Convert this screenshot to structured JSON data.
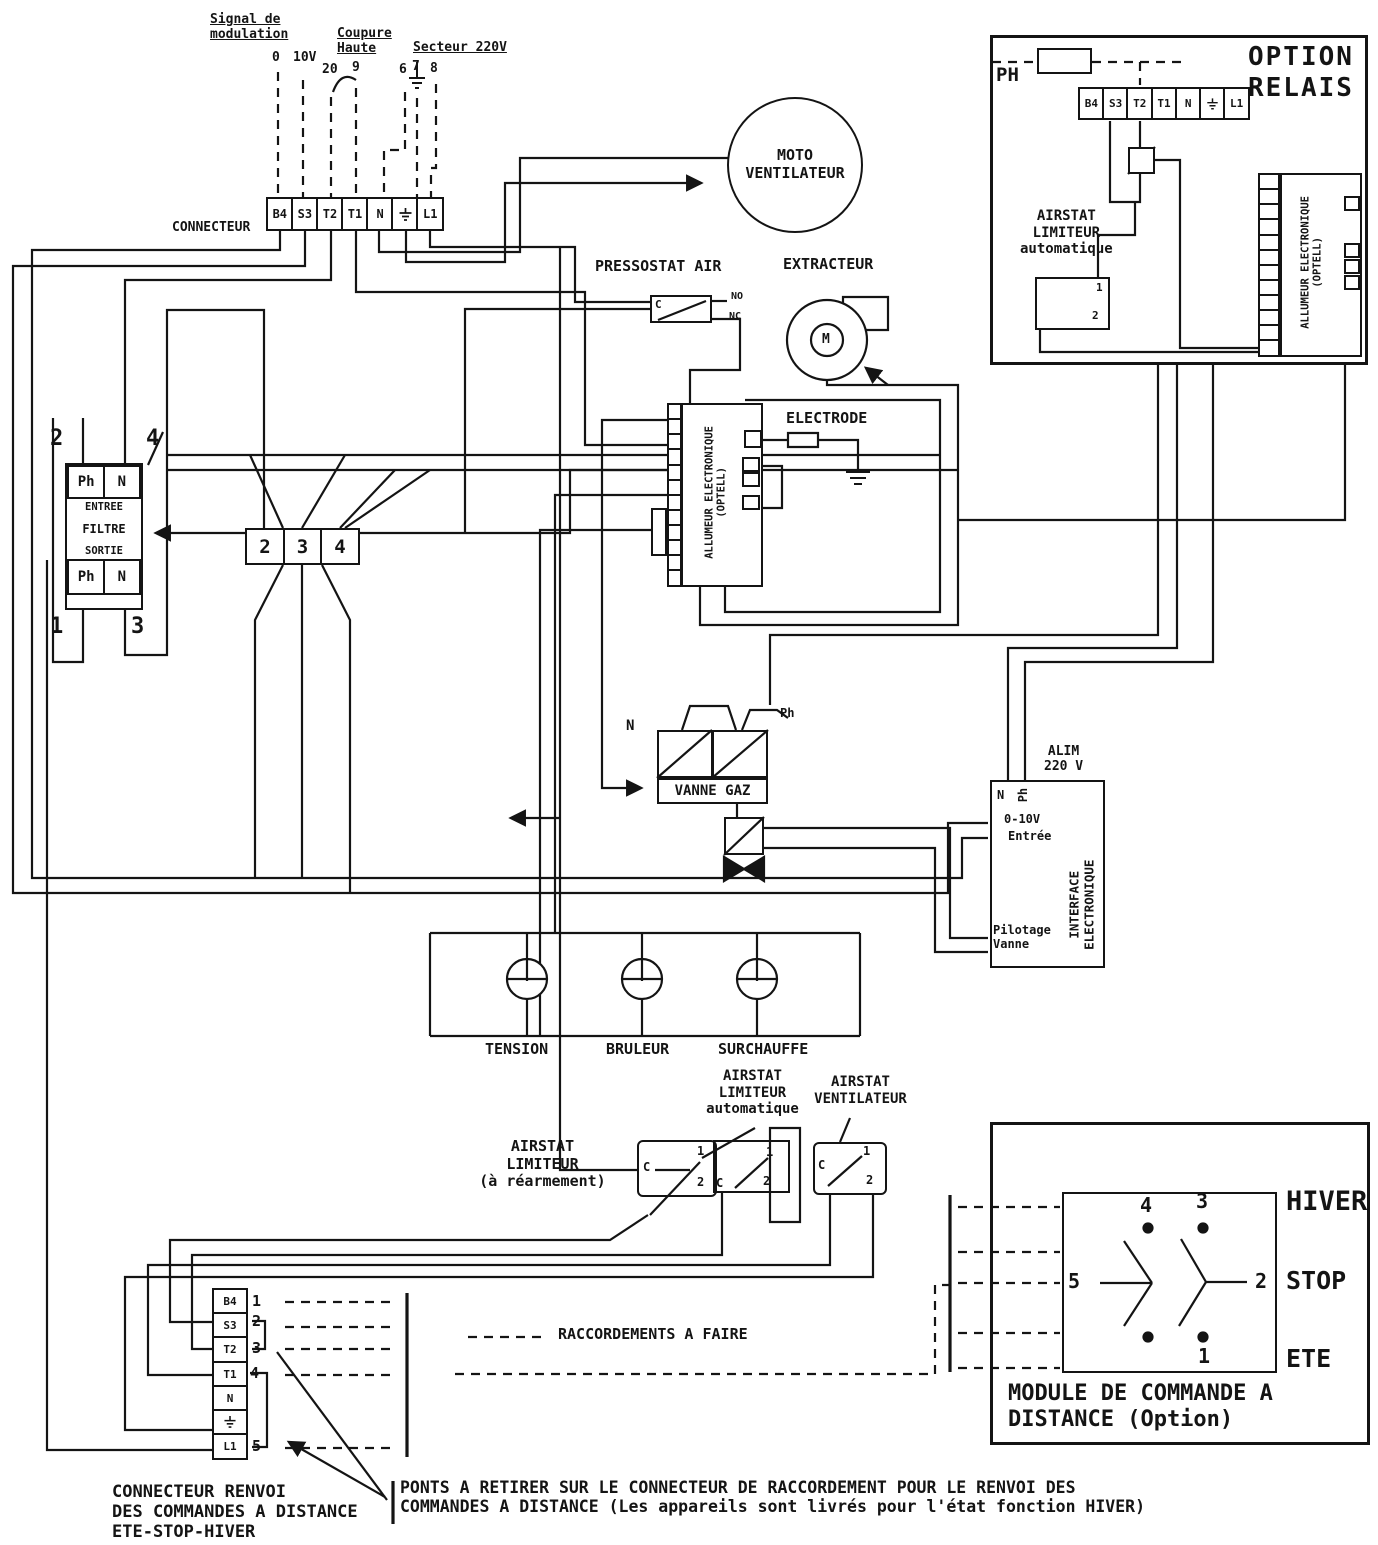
{
  "ink": "#141414",
  "paper": "#ffffff",
  "top": {
    "signal_label": "Signal de\nmodulation",
    "signal_pins": [
      "0",
      "10V"
    ],
    "coupure_label": "Coupure\nHaute",
    "coupure_pins": [
      "20",
      "9"
    ],
    "secteur_label": "Secteur 220V",
    "secteur_pins": [
      "6",
      "7",
      "8"
    ],
    "connector_label": "CONNECTEUR",
    "terminals": [
      "B4",
      "S3",
      "T2",
      "T1",
      "N",
      "",
      "L1"
    ]
  },
  "moto": {
    "label": "MOTO\nVENTILATEUR"
  },
  "pressostat": {
    "label": "PRESSOSTAT AIR",
    "c": "C",
    "no": "NO",
    "nc": "NC"
  },
  "extracteur": {
    "label": "EXTRACTEUR",
    "motor": "M"
  },
  "electrode": {
    "label": "ELECTRODE"
  },
  "allumeur": {
    "line1": "ALLUMEUR ELECTRONIQUE",
    "line2": "(OPTELL)"
  },
  "option": {
    "title": "OPTION\nRELAIS",
    "ph": "PH",
    "terminals": [
      "B4",
      "S3",
      "T2",
      "T1",
      "N",
      "",
      "L1"
    ],
    "airstat_label": "AIRSTAT\nLIMITEUR\nautomatique",
    "pin1": "1",
    "pin2": "2",
    "allumeur_line1": "ALLUMEUR ELECTRONIQUE",
    "allumeur_line2": "(OPTELL)"
  },
  "filtre": {
    "corner_tl": "2",
    "corner_tr": "4",
    "corner_bl": "1",
    "corner_br": "3",
    "ph": "Ph",
    "n": "N",
    "entree": "ENTREE",
    "filtre": "FILTRE",
    "sortie": "SORTIE"
  },
  "block234": [
    "2",
    "3",
    "4"
  ],
  "vanne": {
    "label": "VANNE GAZ",
    "n": "N",
    "ph": "Ph"
  },
  "interface": {
    "alim": "ALIM\n220 V",
    "n": "N",
    "ph": "Ph",
    "in1": "0-10V",
    "in2": "Entrée",
    "pilotage": "Pilotage\nVanne",
    "title": "INTERFACE\nELECTRONIQUE"
  },
  "lamps": {
    "l1": "TENSION",
    "l2": "BRULEUR",
    "l3": "SURCHAUFFE"
  },
  "airstat": {
    "rearm": "AIRSTAT\nLIMITEUR\n(à réarmement)",
    "auto": "AIRSTAT\nLIMITEUR\nautomatique",
    "vent": "AIRSTAT\nVENTILATEUR",
    "c": "C",
    "p1": "1",
    "p2": "2"
  },
  "bottom_connector": {
    "terminals": [
      "B4",
      "S3",
      "T2",
      "T1",
      "N",
      "",
      "L1"
    ],
    "pins": [
      "1",
      "2",
      "3",
      "4",
      "5"
    ],
    "caption": "CONNECTEUR RENVOI\nDES COMMANDES A DISTANCE\nETE-STOP-HIVER"
  },
  "legend": {
    "raccordements": "RACCORDEMENTS A FAIRE"
  },
  "module": {
    "title": "MODULE DE COMMANDE A\nDISTANCE (Option)",
    "hiver": "HIVER",
    "stop": "STOP",
    "ete": "ETE",
    "t4": "4",
    "t3": "3",
    "t5": "5",
    "t2": "2",
    "t1": "1"
  },
  "note": "PONTS A RETIRER SUR LE CONNECTEUR DE RACCORDEMENT POUR LE RENVOI DES\nCOMMANDES A DISTANCE (Les appareils sont livrés pour l'état fonction HIVER)"
}
